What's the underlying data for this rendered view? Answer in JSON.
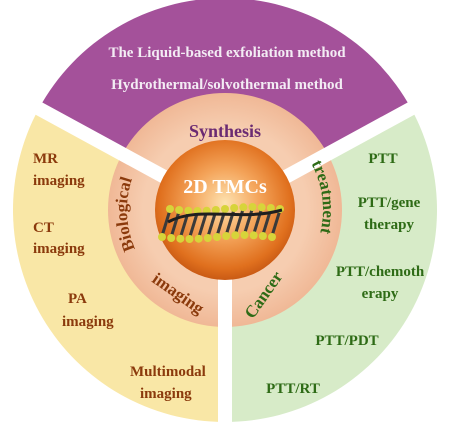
{
  "center": {
    "title": "2D TMCs"
  },
  "inner_labels": {
    "synthesis": "Synthesis",
    "biological": [
      "Biological",
      "imaging"
    ],
    "cancer": [
      "Cancer",
      "treatment"
    ]
  },
  "synthesis_items": [
    "The Liquid-based exfoliation method",
    "Hydrothermal/solvothermal method"
  ],
  "imaging_items": [
    [
      "MR",
      "imaging"
    ],
    [
      "CT",
      "imaging"
    ],
    [
      "PA",
      "imaging"
    ],
    [
      "Multimodal",
      "imaging"
    ]
  ],
  "treatment_items": [
    [
      "PTT"
    ],
    [
      "PTT/gene",
      "therapy"
    ],
    [
      "PTT/chemoth",
      "erapy"
    ],
    [
      "PTT/PDT"
    ],
    [
      "PTT/RT"
    ]
  ],
  "colors": {
    "synthesis_sector": "#a4519a",
    "synthesis_text": "#f3ecf4",
    "imaging_sector": "#f9e7a6",
    "imaging_text": "#8b3a0c",
    "treatment_sector": "#d7ebc8",
    "treatment_text": "#2e6b16",
    "inner_ring": "#f2c5a6",
    "inner_label": "#6b2a72",
    "inner_label_bio": "#8b3a0c",
    "inner_label_cancer": "#2e6b16",
    "core": "#e77a28"
  }
}
